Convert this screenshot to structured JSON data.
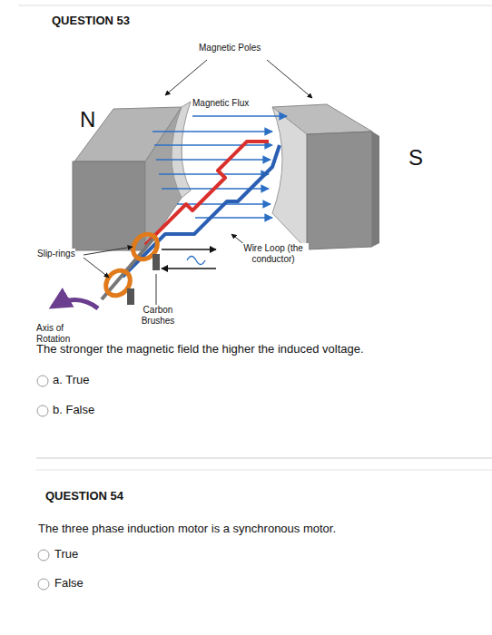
{
  "diagram": {
    "nodes": [
      {
        "text": [
          "N"
        ]
      },
      {
        "text": [
          "S"
        ]
      }
    ],
    "labels": [
      "QUESTION 53",
      "Magnetic Poles",
      "Magnetic Flux",
      "Slip-rings",
      "Wire Loop (the conductor)",
      "Carbon Brushes",
      "Axis of Rotation",
      "The stronger the magnetic field the higher the induced voltage.",
      "a. True",
      "b. False",
      "QUESTION 54",
      "The three phase induction motor is a synchronous motor.",
      "True",
      "False"
    ]
  }
}
